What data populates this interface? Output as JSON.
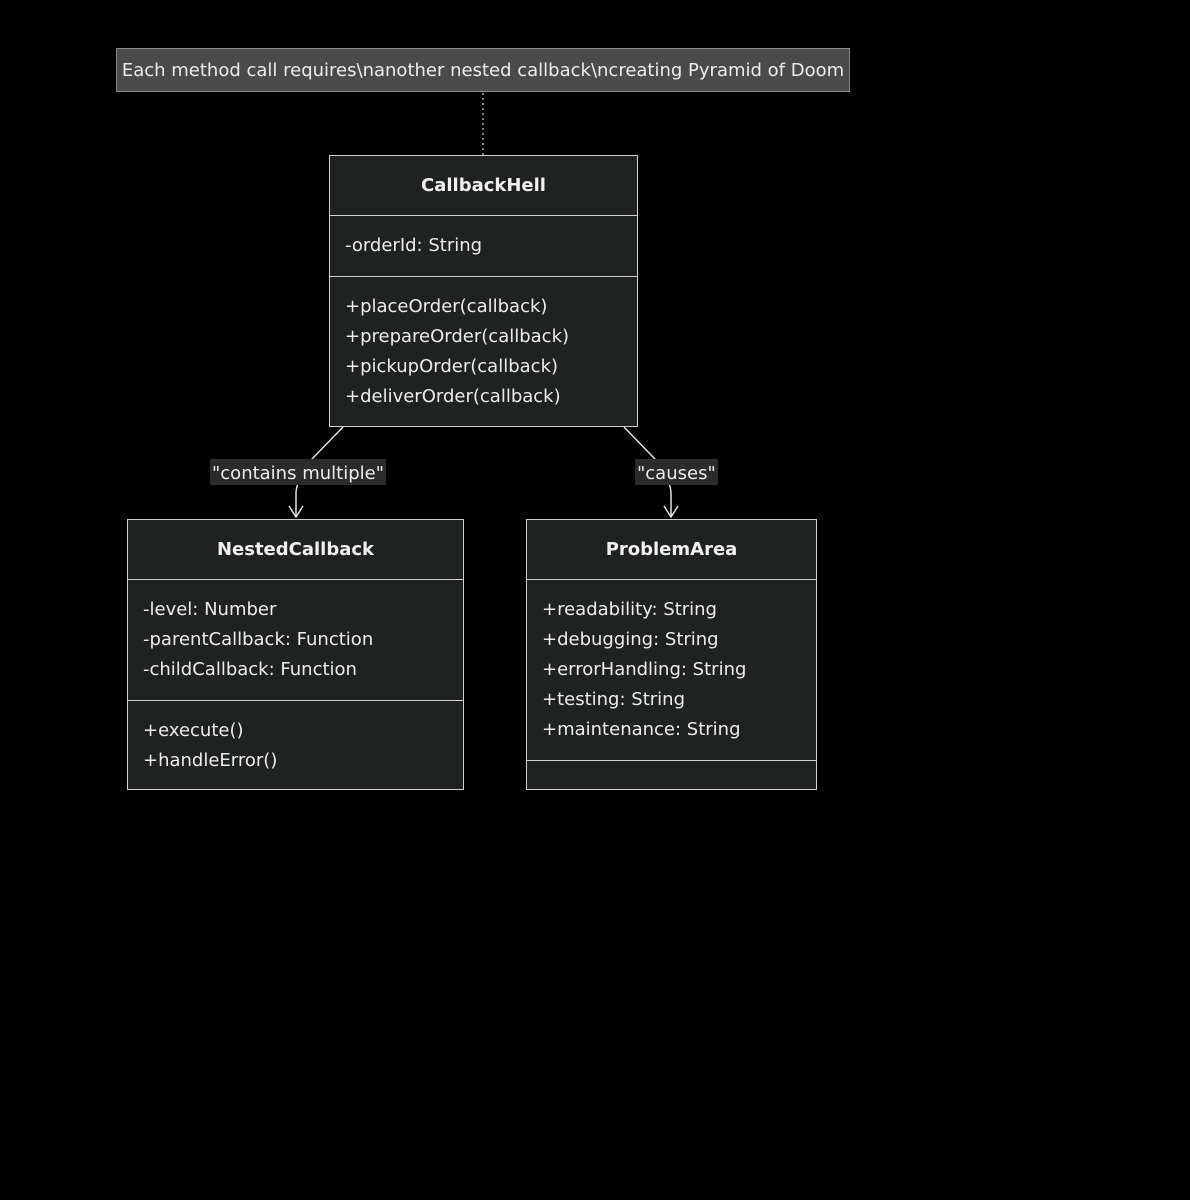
{
  "note": {
    "text": "Each method call requires\\nanother nested callback\\ncreating Pyramid of Doom"
  },
  "classes": {
    "callbackHell": {
      "name": "CallbackHell",
      "attributes": [
        "-orderId: String"
      ],
      "methods": [
        "+placeOrder(callback)",
        "+prepareOrder(callback)",
        "+pickupOrder(callback)",
        "+deliverOrder(callback)"
      ]
    },
    "nestedCallback": {
      "name": "NestedCallback",
      "attributes": [
        "-level: Number",
        "-parentCallback: Function",
        "-childCallback: Function"
      ],
      "methods": [
        "+execute()",
        "+handleError()"
      ]
    },
    "problemArea": {
      "name": "ProblemArea",
      "attributes": [
        "+readability: String",
        "+debugging: String",
        "+errorHandling: String",
        "+testing: String",
        "+maintenance: String"
      ],
      "methods": []
    }
  },
  "relations": {
    "contains": {
      "label": "\"contains multiple\""
    },
    "causes": {
      "label": "\"causes\""
    }
  },
  "colors": {
    "background": "#000000",
    "box_fill": "#202222",
    "box_border": "#cfcfcf",
    "note_fill": "#4a4a4a",
    "text": "#ececec"
  }
}
